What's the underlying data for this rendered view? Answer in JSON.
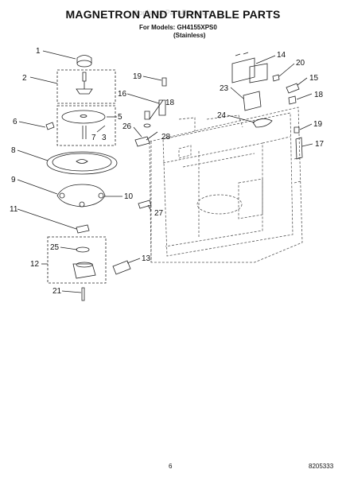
{
  "header": {
    "title": "MAGNETRON AND TURNTABLE PARTS",
    "watermark": "AppliancePartsPros.com",
    "models_line": "For Models: GH4155XPS0",
    "finish": "(Stainless)"
  },
  "footer": {
    "page_number": "6",
    "document_code": "8205333"
  },
  "callouts": [
    {
      "id": "1",
      "label": "1"
    },
    {
      "id": "2",
      "label": "2"
    },
    {
      "id": "3",
      "label": "3"
    },
    {
      "id": "5",
      "label": "5"
    },
    {
      "id": "6",
      "label": "6"
    },
    {
      "id": "7",
      "label": "7"
    },
    {
      "id": "8",
      "label": "8"
    },
    {
      "id": "9",
      "label": "9"
    },
    {
      "id": "10",
      "label": "10"
    },
    {
      "id": "11",
      "label": "11"
    },
    {
      "id": "12",
      "label": "12"
    },
    {
      "id": "13",
      "label": "13"
    },
    {
      "id": "14",
      "label": "14"
    },
    {
      "id": "15",
      "label": "15"
    },
    {
      "id": "16",
      "label": "16"
    },
    {
      "id": "17",
      "label": "17"
    },
    {
      "id": "18a",
      "label": "18"
    },
    {
      "id": "18b",
      "label": "18"
    },
    {
      "id": "19a",
      "label": "19"
    },
    {
      "id": "19b",
      "label": "19"
    },
    {
      "id": "20",
      "label": "20"
    },
    {
      "id": "21",
      "label": "21"
    },
    {
      "id": "23",
      "label": "23"
    },
    {
      "id": "24",
      "label": "24"
    },
    {
      "id": "25",
      "label": "25"
    },
    {
      "id": "26",
      "label": "26"
    },
    {
      "id": "27",
      "label": "27"
    },
    {
      "id": "28",
      "label": "28"
    }
  ]
}
